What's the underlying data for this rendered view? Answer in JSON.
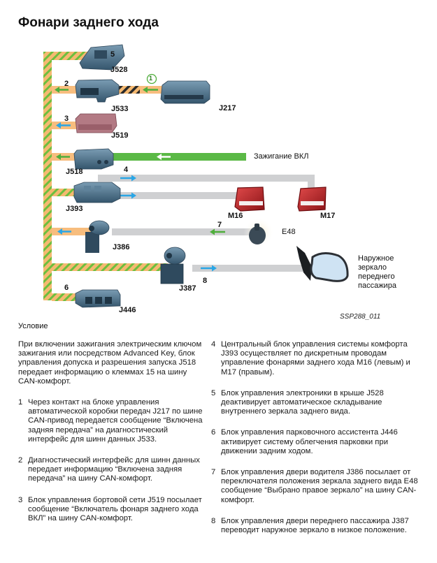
{
  "title": "Фонари заднего хода",
  "diagram": {
    "colors": {
      "can_comfort_stripe_orange": "#f5b971",
      "can_comfort_stripe_green": "#6cbf3e",
      "can_drive_stripe_dark": "#2a2a2a",
      "orange_bus": "#f7bd7e",
      "ignition_line": "#5bb946",
      "wire_gray": "#cfd0d2",
      "arrow_green": "#4fae3b",
      "arrow_blue": "#2aa6e6",
      "module_blue": "#4c6e86",
      "lamp_red": "#b8252a"
    },
    "modules": [
      {
        "id": "J528",
        "label": "J528",
        "step": "5"
      },
      {
        "id": "J533",
        "label": "J533",
        "step": "2"
      },
      {
        "id": "J217",
        "label": "J217",
        "step": "1"
      },
      {
        "id": "J519",
        "label": "J519",
        "step": "3"
      },
      {
        "id": "J518",
        "label": "J518",
        "step": ""
      },
      {
        "id": "J393",
        "label": "J393",
        "step": "4"
      },
      {
        "id": "M16",
        "label": "M16",
        "step": ""
      },
      {
        "id": "M17",
        "label": "M17",
        "step": ""
      },
      {
        "id": "J386",
        "label": "J386",
        "step": "7"
      },
      {
        "id": "E48",
        "label": "E48",
        "step": ""
      },
      {
        "id": "J387",
        "label": "J387",
        "step": "8"
      },
      {
        "id": "J446",
        "label": "J446",
        "step": "6"
      }
    ],
    "ignition_label": "Зажигание ВКЛ",
    "mirror_label": [
      "Наружное",
      "зеркало",
      "переднего",
      "пассажира"
    ],
    "figure_id": "SSP288_011",
    "circled_step": "1"
  },
  "condition_heading": "Условие",
  "intro": "При включении зажигания электрическим ключом зажигания или посредством Advanced Key, блок управления допуска и разрешения запуска J518 передает информацию о клеммах 15 на шину CAN-комфорт.",
  "steps_left": [
    {
      "num": "1",
      "text": "Через контакт на блоке управления автоматической коробки передач J217 по шине CAN-привод передается сообщение “Включена задняя передача” на диагностический интерфейс для шинн данных J533."
    },
    {
      "num": "2",
      "text": "Диагностический интерфейс для шинн данных передает информацию “Включена задняя передача” на шину CAN-комфорт."
    },
    {
      "num": "3",
      "text": "Блок управления бортовой сети J519 посылает сообщение “Включатель фонаря заднего хода ВКЛ” на шину CAN-комфорт."
    }
  ],
  "steps_right": [
    {
      "num": "4",
      "text": "Центральный блок управления системы комфорта J393 осуществляет по дискретным проводам управление фонарями заднего хода M16 (левым) и M17 (правым)."
    },
    {
      "num": "5",
      "text": "Блок управления электроники в крыше J528 деактивирует автоматическое складывание внутреннего зеркала заднего вида."
    },
    {
      "num": "6",
      "text": "Блок управления парковочного ассистента J446 активирует систему облегчения парковки при движении задним ходом."
    },
    {
      "num": "7",
      "text": "Блок управления двери водителя J386 посылает от переключателя положения зеркала заднего вида E48 сообщение “Выбрано правое зеркало” на шину CAN-комфорт."
    },
    {
      "num": "8",
      "text": "Блок управления двери переднего пассажира J387 переводит наружное зеркало в низкое положение."
    }
  ]
}
